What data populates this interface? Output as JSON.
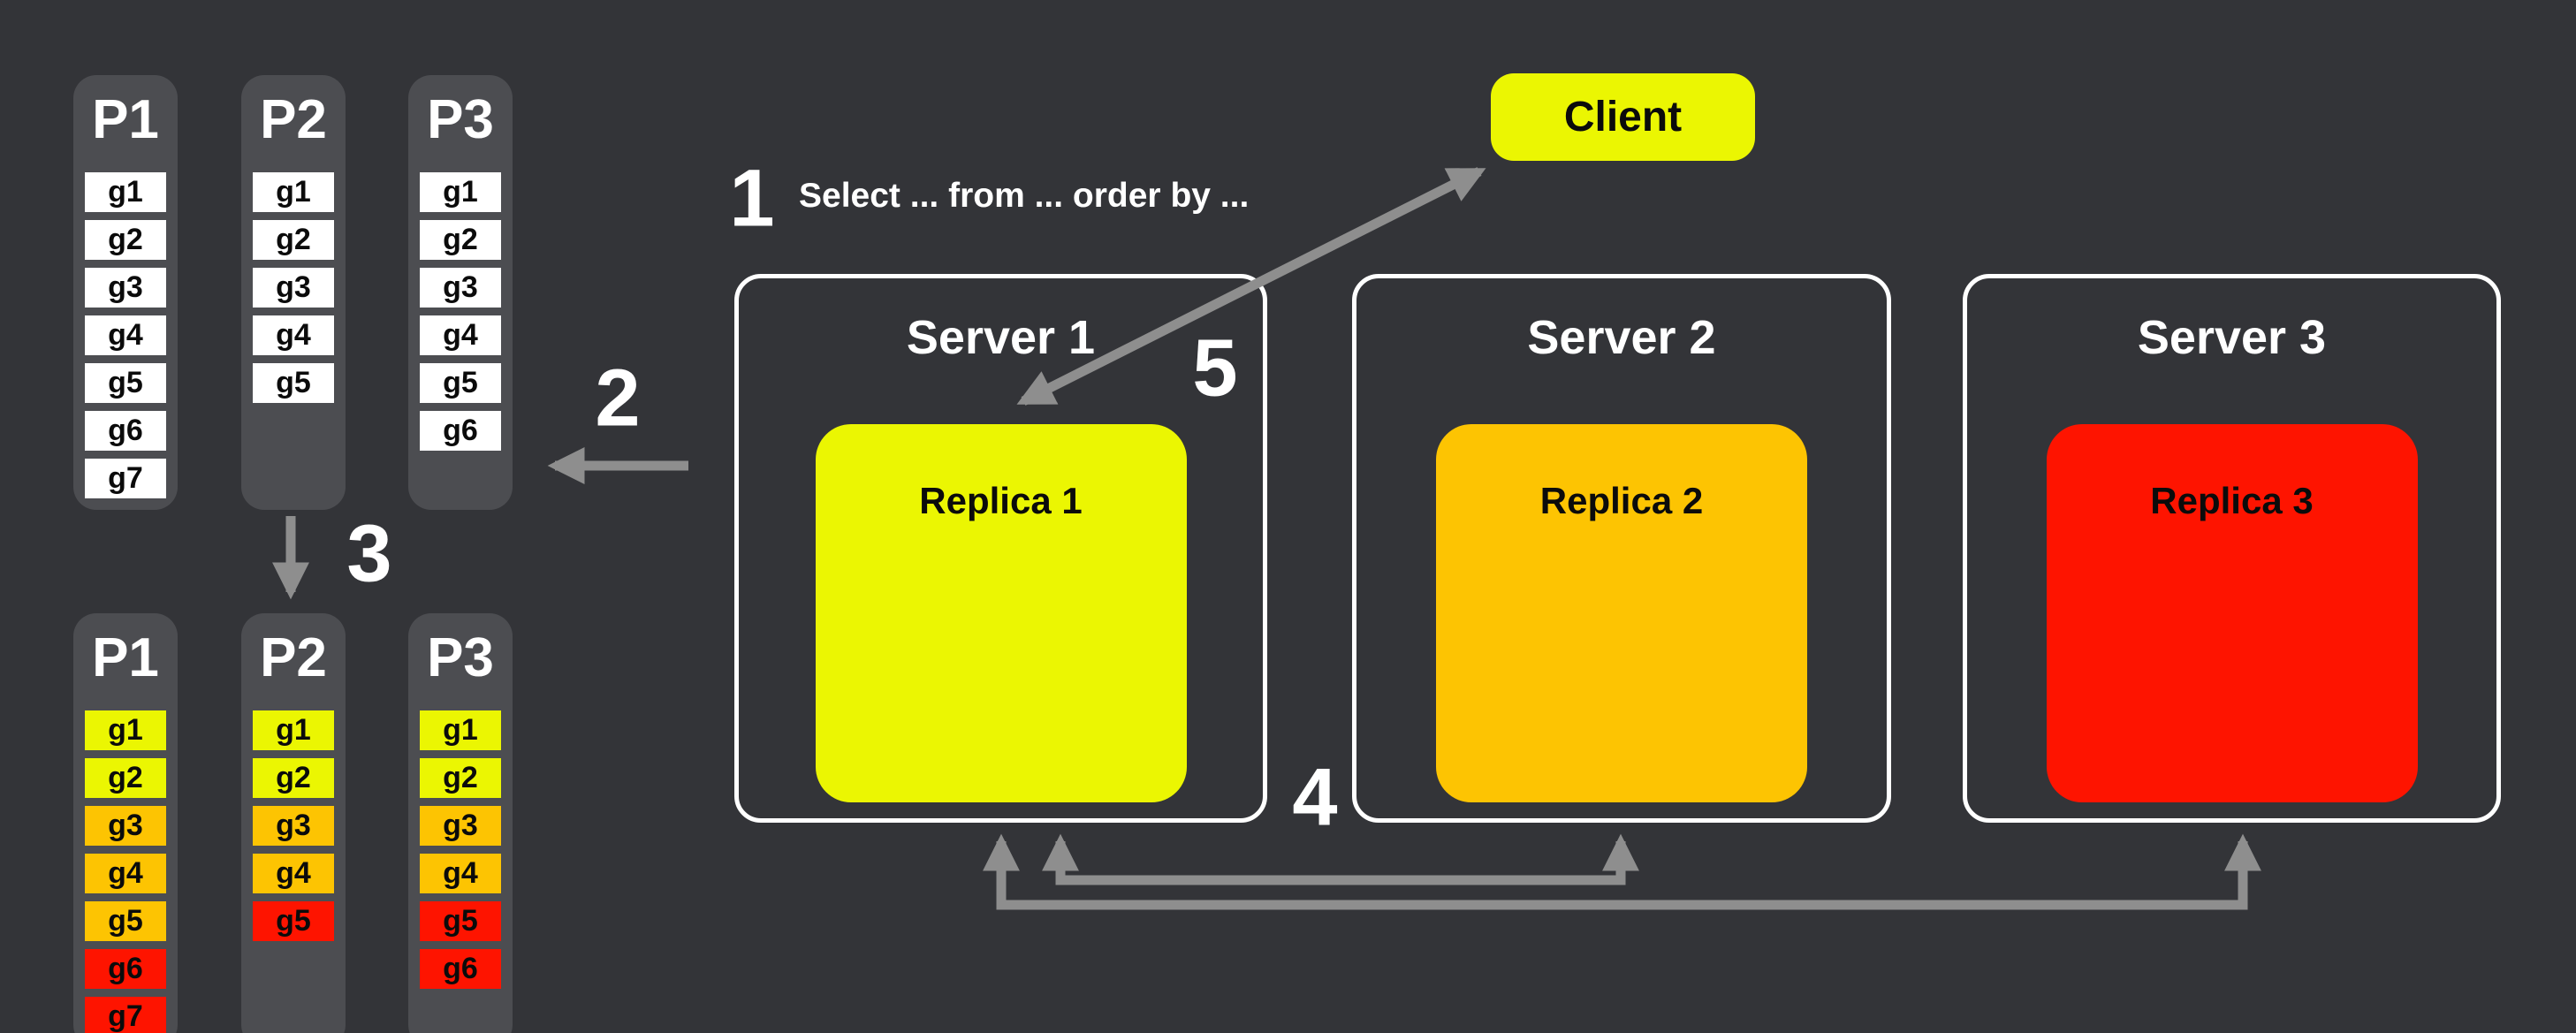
{
  "colors": {
    "background": "#333438",
    "panel_gray": "#4C4D51",
    "cell_white": "#FFFFFF",
    "yellow": "#EBF602",
    "orange": "#FDC402",
    "red": "#FE1400",
    "arrow_gray": "#8E8E8E",
    "text_light": "#FFFFFF",
    "text_dark": "#0B0B0B"
  },
  "step_labels": [
    "1",
    "2",
    "3",
    "4",
    "5"
  ],
  "query_text": "Select ... from ... order by ...",
  "client_label": "Client",
  "partitions_before": [
    {
      "title": "P1",
      "cells": [
        {
          "label": "g1",
          "color": "cell_white"
        },
        {
          "label": "g2",
          "color": "cell_white"
        },
        {
          "label": "g3",
          "color": "cell_white"
        },
        {
          "label": "g4",
          "color": "cell_white"
        },
        {
          "label": "g5",
          "color": "cell_white"
        },
        {
          "label": "g6",
          "color": "cell_white"
        },
        {
          "label": "g7",
          "color": "cell_white"
        }
      ]
    },
    {
      "title": "P2",
      "cells": [
        {
          "label": "g1",
          "color": "cell_white"
        },
        {
          "label": "g2",
          "color": "cell_white"
        },
        {
          "label": "g3",
          "color": "cell_white"
        },
        {
          "label": "g4",
          "color": "cell_white"
        },
        {
          "label": "g5",
          "color": "cell_white"
        }
      ]
    },
    {
      "title": "P3",
      "cells": [
        {
          "label": "g1",
          "color": "cell_white"
        },
        {
          "label": "g2",
          "color": "cell_white"
        },
        {
          "label": "g3",
          "color": "cell_white"
        },
        {
          "label": "g4",
          "color": "cell_white"
        },
        {
          "label": "g5",
          "color": "cell_white"
        },
        {
          "label": "g6",
          "color": "cell_white"
        }
      ]
    }
  ],
  "partitions_after": [
    {
      "title": "P1",
      "cells": [
        {
          "label": "g1",
          "color": "yellow"
        },
        {
          "label": "g2",
          "color": "yellow"
        },
        {
          "label": "g3",
          "color": "orange"
        },
        {
          "label": "g4",
          "color": "orange"
        },
        {
          "label": "g5",
          "color": "orange"
        },
        {
          "label": "g6",
          "color": "red"
        },
        {
          "label": "g7",
          "color": "red"
        }
      ]
    },
    {
      "title": "P2",
      "cells": [
        {
          "label": "g1",
          "color": "yellow"
        },
        {
          "label": "g2",
          "color": "yellow"
        },
        {
          "label": "g3",
          "color": "orange"
        },
        {
          "label": "g4",
          "color": "orange"
        },
        {
          "label": "g5",
          "color": "red"
        }
      ]
    },
    {
      "title": "P3",
      "cells": [
        {
          "label": "g1",
          "color": "yellow"
        },
        {
          "label": "g2",
          "color": "yellow"
        },
        {
          "label": "g3",
          "color": "orange"
        },
        {
          "label": "g4",
          "color": "orange"
        },
        {
          "label": "g5",
          "color": "red"
        },
        {
          "label": "g6",
          "color": "red"
        }
      ]
    }
  ],
  "servers": [
    {
      "title": "Server 1",
      "replica": {
        "label": "Replica 1",
        "color": "yellow"
      }
    },
    {
      "title": "Server 2",
      "replica": {
        "label": "Replica 2",
        "color": "orange"
      }
    },
    {
      "title": "Server 3",
      "replica": {
        "label": "Replica 3",
        "color": "red"
      }
    }
  ]
}
